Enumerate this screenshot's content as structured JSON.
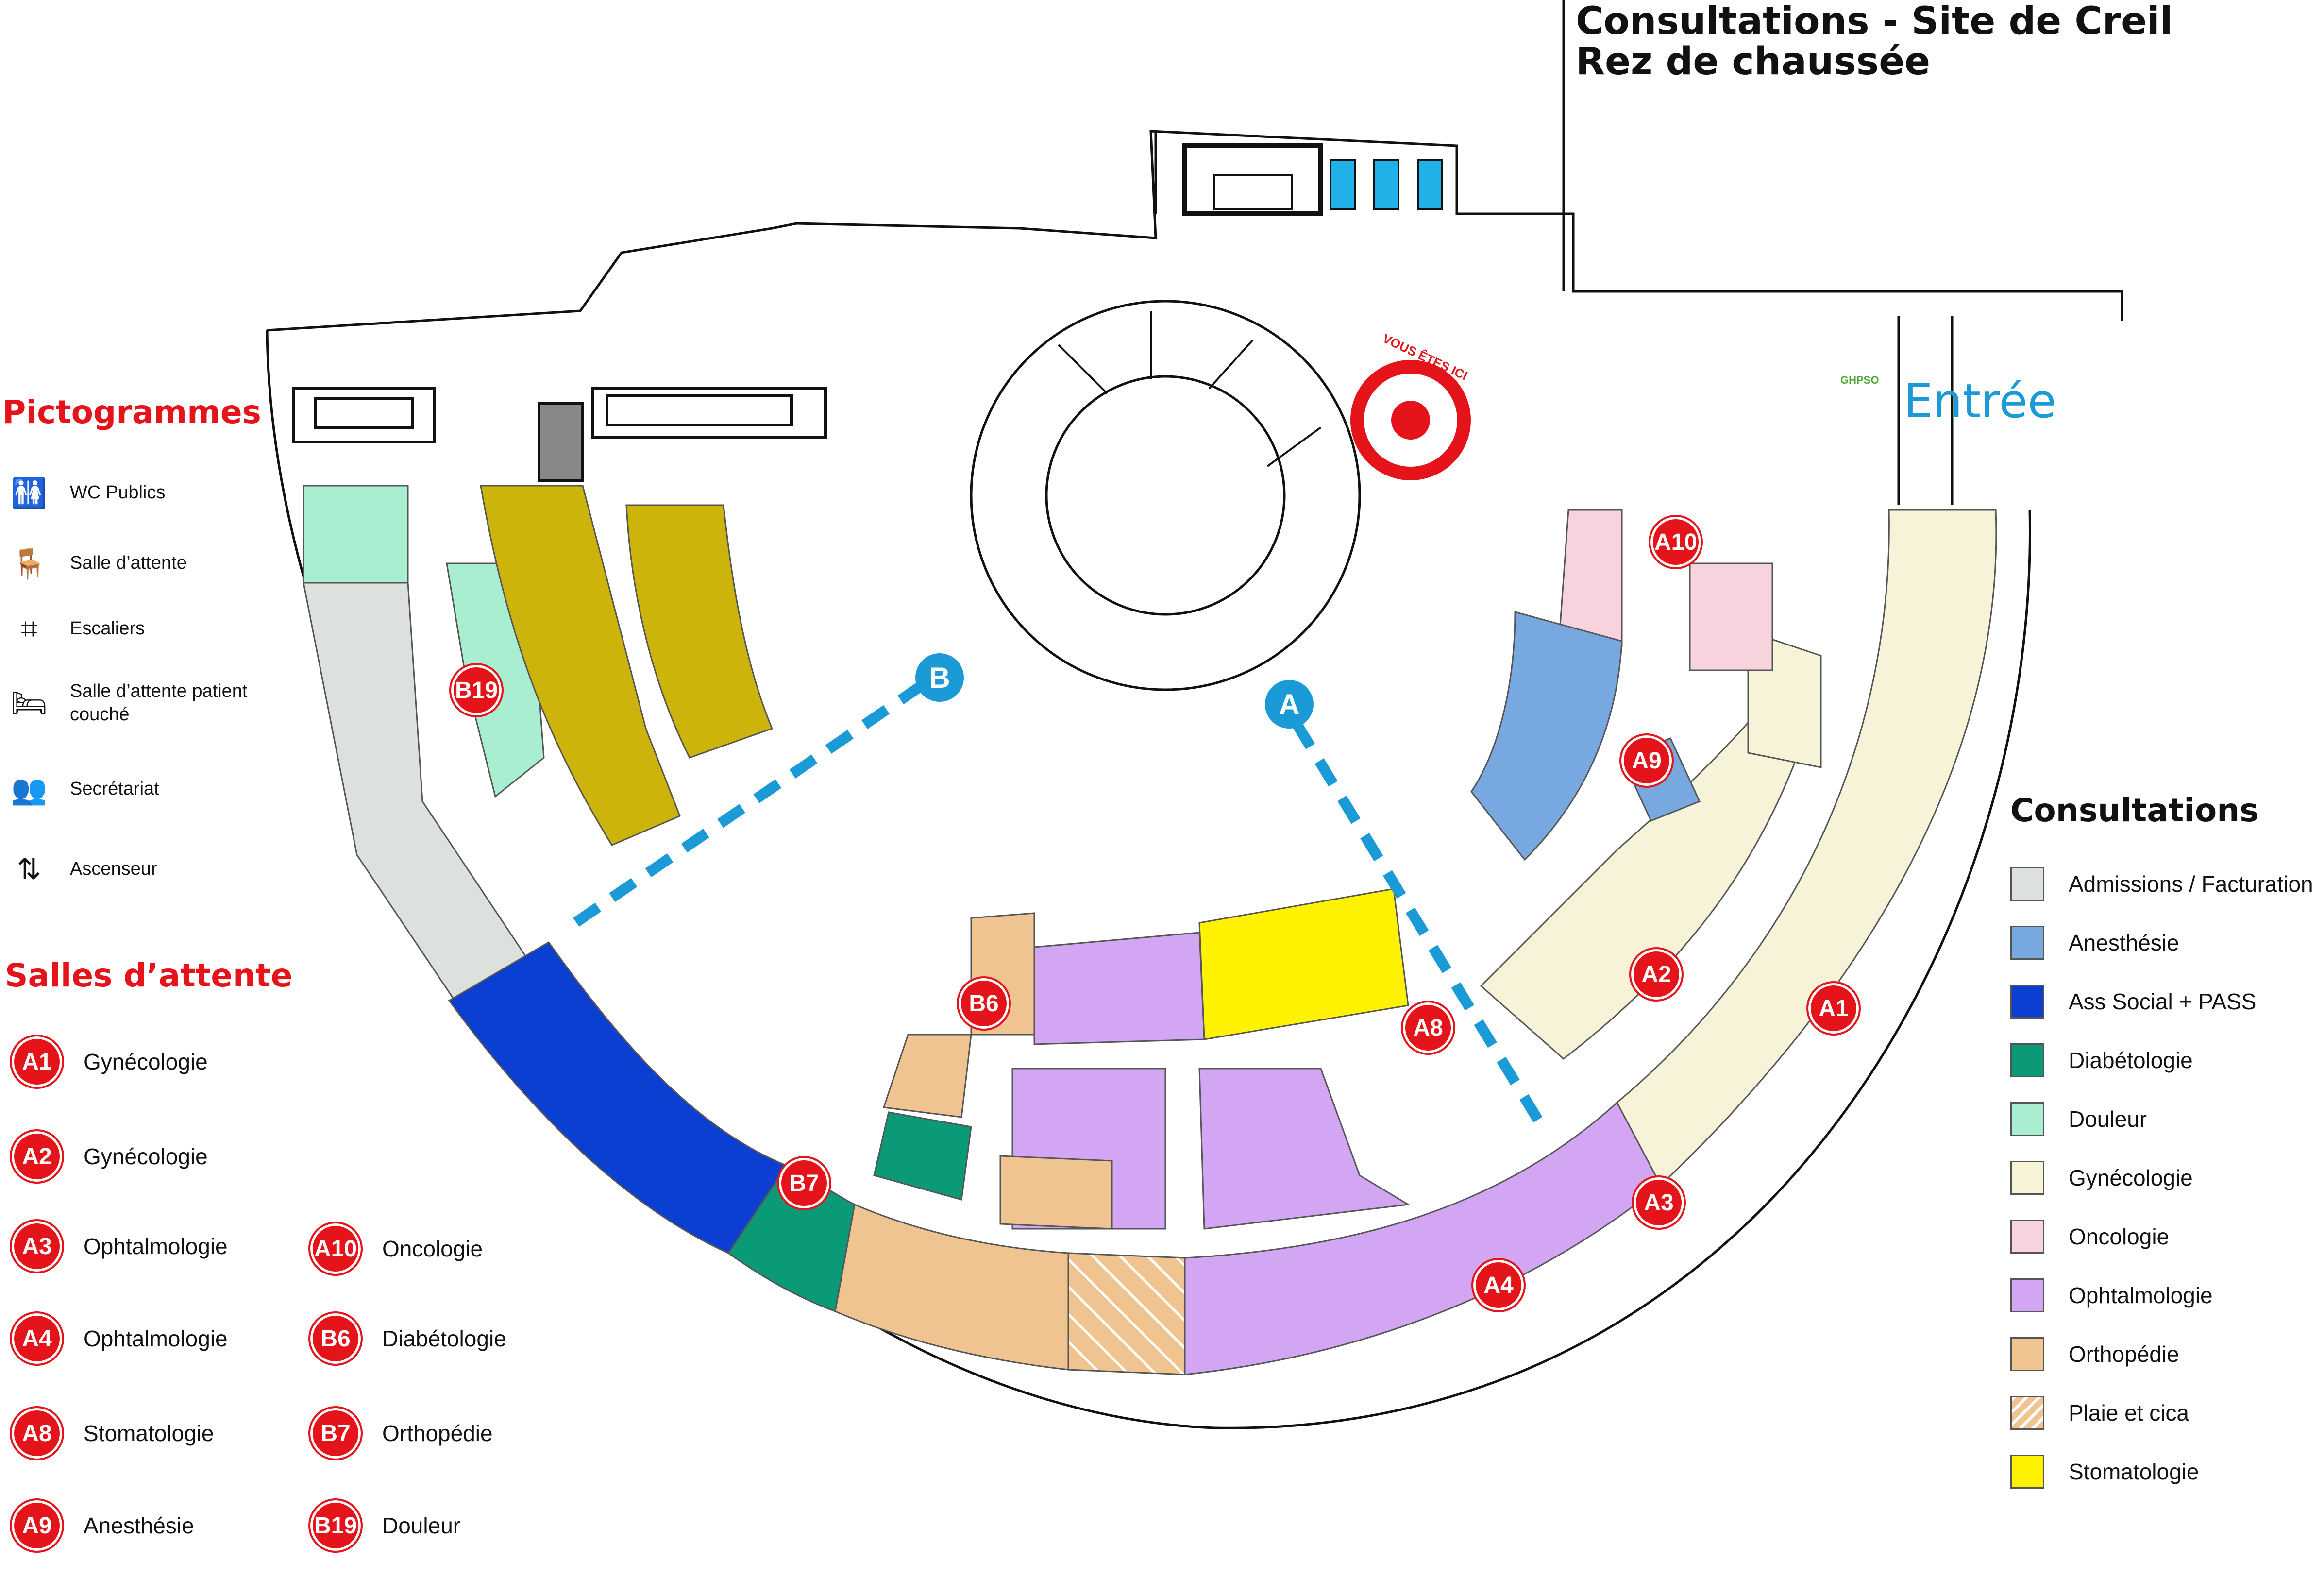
{
  "header": {
    "title_line1": "Consultations - Site de Creil",
    "title_line2": "Rez de chaussée"
  },
  "entrance": {
    "label": "Entrée",
    "logo_text": "GHPSO"
  },
  "you_are_here": "VOUS ÊTES ICI",
  "corridors": {
    "a": "A",
    "b": "B"
  },
  "pictogrammes": {
    "title": "Pictogrammes",
    "items": [
      {
        "icon": "wc-icon",
        "label": "WC Publics"
      },
      {
        "icon": "waiting-room-icon",
        "label": "Salle d’attente"
      },
      {
        "icon": "stairs-icon",
        "label": "Escaliers"
      },
      {
        "icon": "stretcher-icon",
        "label": "Salle d’attente patient couché"
      },
      {
        "icon": "secretariat-icon",
        "label": "Secrétariat"
      },
      {
        "icon": "elevator-icon",
        "label": "Ascenseur"
      }
    ]
  },
  "waiting_rooms": {
    "title": "Salles d’attente",
    "left": [
      {
        "code": "A1",
        "label": "Gynécologie"
      },
      {
        "code": "A2",
        "label": "Gynécologie"
      },
      {
        "code": "A3",
        "label": "Ophtalmologie"
      },
      {
        "code": "A4",
        "label": "Ophtalmologie"
      },
      {
        "code": "A8",
        "label": "Stomatologie"
      },
      {
        "code": "A9",
        "label": "Anesthésie"
      }
    ],
    "right": [
      {
        "code": "A10",
        "label": "Oncologie"
      },
      {
        "code": "B6",
        "label": "Diabétologie"
      },
      {
        "code": "B7",
        "label": "Orthopédie"
      },
      {
        "code": "B19",
        "label": "Douleur"
      }
    ]
  },
  "consultations": {
    "title": "Consultations",
    "items": [
      {
        "label": "Admissions / Facturation",
        "color": "#dde1dd"
      },
      {
        "label": "Anesthésie",
        "color": "#77a8e0"
      },
      {
        "label": "Ass Social + PASS",
        "color": "#0a3fd2"
      },
      {
        "label": "Diabétologie",
        "color": "#0a9a77"
      },
      {
        "label": "Douleur",
        "color": "#a9eed1"
      },
      {
        "label": "Gynécologie",
        "color": "#f6f3d8"
      },
      {
        "label": "Oncologie",
        "color": "#f7d4dd"
      },
      {
        "label": "Ophtalmologie",
        "color": "#d2a6f2"
      },
      {
        "label": "Orthopédie",
        "color": "#efc490"
      },
      {
        "label": "Plaie et cica",
        "color": "hatch"
      },
      {
        "label": "Stomatologie",
        "color": "#fff200"
      }
    ]
  },
  "map_badges": [
    "A1",
    "A2",
    "A3",
    "A4",
    "A8",
    "A9",
    "A10",
    "B6",
    "B7",
    "B19"
  ]
}
